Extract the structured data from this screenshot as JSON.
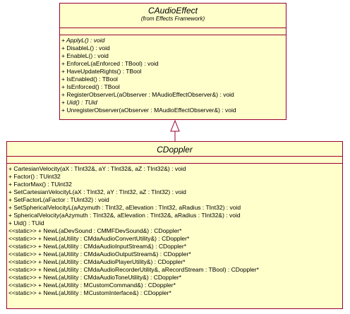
{
  "superclass": {
    "name": "CAudioEffect",
    "stereotype": "(from Effects Framework)",
    "operations": [
      {
        "text": "+ ApplyL() : void",
        "abstract": true
      },
      {
        "text": "+ DisableL() : void",
        "abstract": false
      },
      {
        "text": "+ EnableL() : void",
        "abstract": false
      },
      {
        "text": "+ EnforceL(aEnforced : TBool) : void",
        "abstract": false
      },
      {
        "text": "+ HaveUpdateRights() : TBool",
        "abstract": false
      },
      {
        "text": "+ IsEnabled() : TBool",
        "abstract": false
      },
      {
        "text": "+ IsEnforced() : TBool",
        "abstract": false
      },
      {
        "text": "+ RegisterObserverL(aObserver : MAudioEffectObserver&) : void",
        "abstract": false
      },
      {
        "text": "+ Uid() : TUid",
        "abstract": true
      },
      {
        "text": "+ UnregisterObserver(aObserver : MAudioEffectObserver&) : void",
        "abstract": false
      }
    ]
  },
  "subclass": {
    "name": "CDoppler",
    "operations": [
      {
        "text": "+ CartesianVelocity(aX : TInt32&, aY : TInt32&, aZ : TInt32&) : void",
        "abstract": false
      },
      {
        "text": "+ Factor() : TUint32",
        "abstract": false
      },
      {
        "text": "+ FactorMax() : TUint32",
        "abstract": false
      },
      {
        "text": "+ SetCartesianVelocityL(aX : TInt32, aY : TInt32, aZ : TInt32) : void",
        "abstract": false
      },
      {
        "text": "+ SetFactorL(aFactor : TUint32) : void",
        "abstract": false
      },
      {
        "text": "+ SetSphericalVelocityL(aAzymuth : TInt32, aElevation : TInt32, aRadius : TInt32) : void",
        "abstract": false
      },
      {
        "text": "+ SphericalVelocity(aAzymuth : TInt32&, aElevation : TInt32&, aRadius : TInt32&) : void",
        "abstract": false
      },
      {
        "text": "+ Uid() : TUid",
        "abstract": false
      },
      {
        "text": "<<static>> + NewL(aDevSound : CMMFDevSound&) : CDoppler*",
        "abstract": false
      },
      {
        "text": "<<static>> + NewL(aUtility : CMdaAudioConvertUtility&) : CDoppler*",
        "abstract": false
      },
      {
        "text": "<<static>> + NewL(aUtility : CMdaAudioInputStream&) : CDoppler*",
        "abstract": false
      },
      {
        "text": "<<static>> + NewL(aUtility : CMdaAudioOutputStream&) : CDoppler*",
        "abstract": false
      },
      {
        "text": "<<static>> + NewL(aUtility : CMdaAudioPlayerUtility&) : CDoppler*",
        "abstract": false
      },
      {
        "text": "<<static>> + NewL(aUtility : CMdaAudioRecorderUtility&, aRecordStream : TBool) : CDoppler*",
        "abstract": false
      },
      {
        "text": "<<static>> + NewL(aUtility : CMdaAudioToneUtility&) : CDoppler*",
        "abstract": false
      },
      {
        "text": "<<static>> + NewL(aUtility : MCustomCommand&) : CDoppler*",
        "abstract": false
      },
      {
        "text": "<<static>> + NewL(aUtility : MCustomInterface&) : CDoppler*",
        "abstract": false
      }
    ]
  },
  "colors": {
    "class_fill": "#ffffcc",
    "class_border": "#990033"
  }
}
